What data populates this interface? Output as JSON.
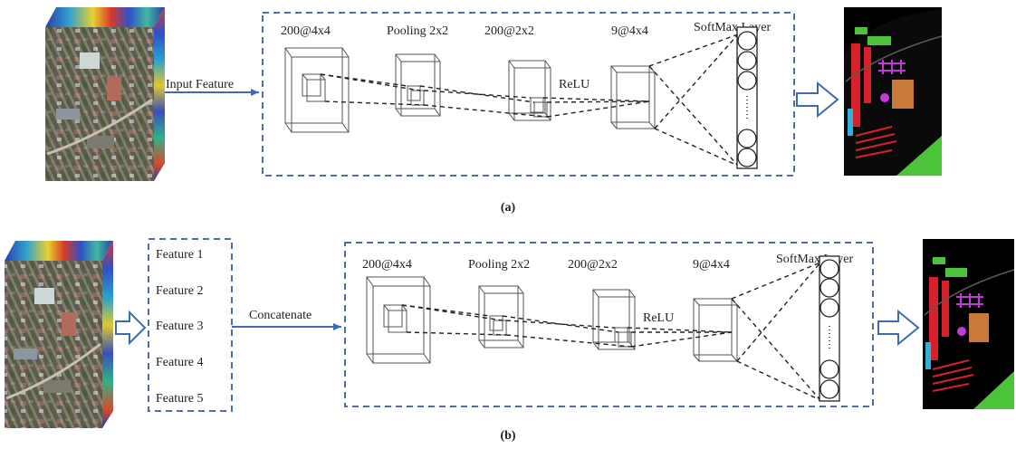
{
  "panel_a": {
    "caption": "(a)",
    "input_label": "Input Feature",
    "layers": {
      "conv1": "200@4x4",
      "pool": "Pooling 2x2",
      "conv2": "200@2x2",
      "conv3": "9@4x4",
      "activation": "ReLU",
      "softmax": "SoftMax Layer"
    }
  },
  "panel_b": {
    "caption": "(b)",
    "features": [
      "Feature 1",
      "Feature 2",
      "Feature 3",
      "Feature 4",
      "Feature 5"
    ],
    "concat_label": "Concatenate",
    "layers": {
      "conv1": "200@4x4",
      "pool": "Pooling 2x2",
      "conv2": "200@2x2",
      "conv3": "9@4x4",
      "activation": "ReLU",
      "softmax": "SoftMax Layer"
    }
  },
  "colors": {
    "dash_border": "#4a6fa5",
    "arrow": "#3d6bb3",
    "cube_base": "#5b5a4e",
    "class_red": "#d8202a",
    "class_green": "#4cc43a",
    "class_magenta": "#c23ad8",
    "class_orange": "#c97a3a",
    "class_cyan": "#33b0d8"
  },
  "icons": [
    "hyperspectral-cube",
    "classification-map",
    "hollow-right-arrow"
  ]
}
